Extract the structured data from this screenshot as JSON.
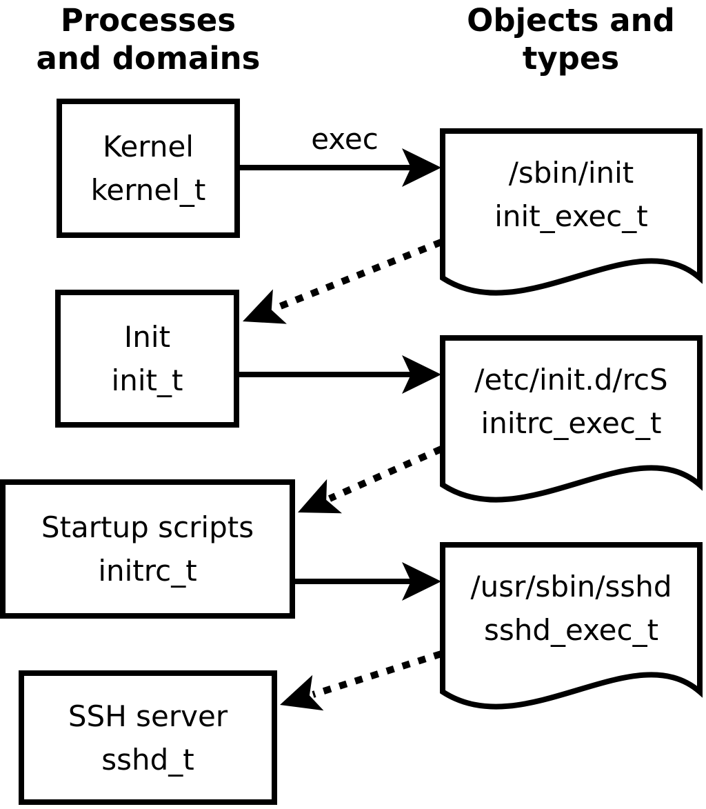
{
  "headings": {
    "left": "Processes\nand domains",
    "right": "Objects and\ntypes"
  },
  "labels": {
    "exec": "exec"
  },
  "processes": [
    {
      "name": "Kernel",
      "domain": "kernel_t"
    },
    {
      "name": "Init",
      "domain": "init_t"
    },
    {
      "name": "Startup scripts",
      "domain": "initrc_t"
    },
    {
      "name": "SSH server",
      "domain": "sshd_t"
    }
  ],
  "objects": [
    {
      "path": "/sbin/init",
      "type": "init_exec_t"
    },
    {
      "path": "/etc/init.d/rcS",
      "type": "initrc_exec_t"
    },
    {
      "path": "/usr/sbin/sshd",
      "type": "sshd_exec_t"
    }
  ],
  "colors": {
    "foreground": "#000000",
    "background": "#ffffff"
  }
}
